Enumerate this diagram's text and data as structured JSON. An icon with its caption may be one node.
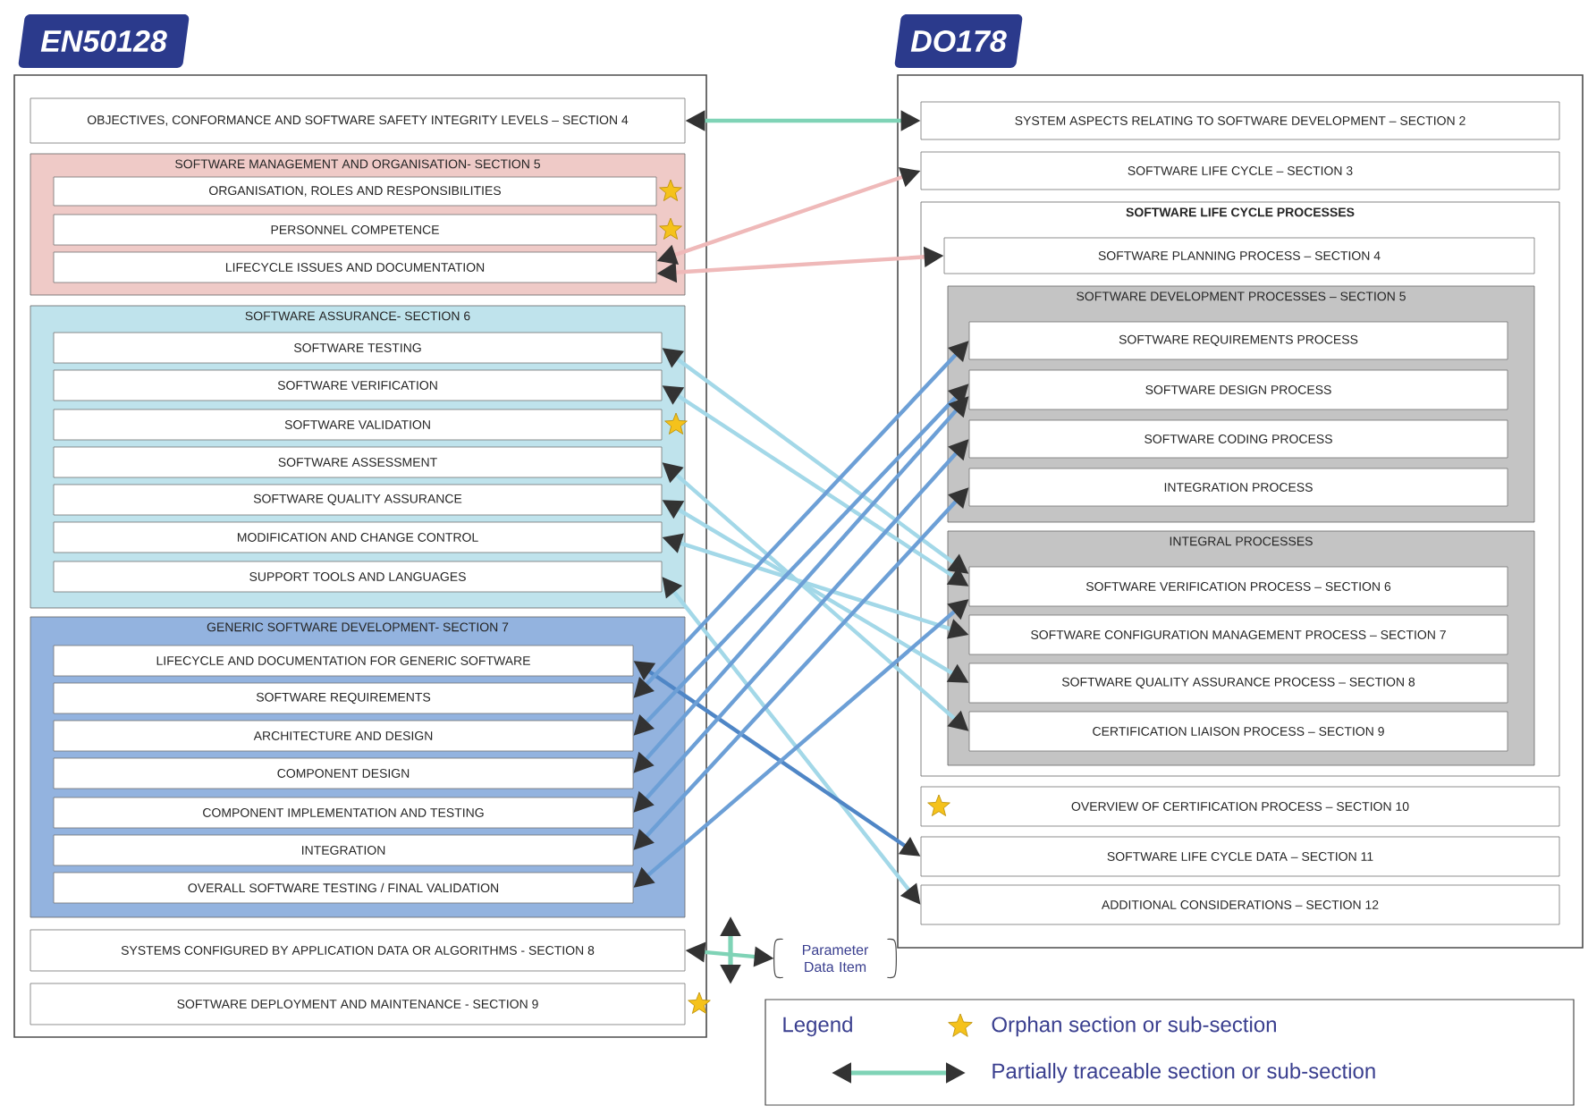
{
  "diagram": {
    "nodes": [
      {
        "text": [
          "EN50128"
        ]
      },
      {
        "text": [
          "OBJECTIVES, CONFORMANCE AND SOFTWARE SAFETY INTEGRITY LEVELS – SECTION 4"
        ],
        "in": 0
      },
      {
        "text": [
          "SOFTWARE MANAGEMENT AND ORGANISATION- SECTION 5"
        ],
        "in": 0
      },
      {
        "text": [
          "ORGANISATION, ROLES AND RESPONSIBILITIES"
        ],
        "in": 2
      },
      {
        "text": [
          "PERSONNEL COMPETENCE"
        ],
        "in": 2
      },
      {
        "text": [
          "LIFECYCLE ISSUES AND DOCUMENTATION"
        ],
        "in": 2
      },
      {
        "text": [
          "SOFTWARE ASSURANCE- SECTION 6"
        ],
        "in": 0
      },
      {
        "text": [
          "SOFTWARE TESTING"
        ],
        "in": 6
      },
      {
        "text": [
          "SOFTWARE VERIFICATION"
        ],
        "in": 6
      },
      {
        "text": [
          "SOFTWARE VALIDATION"
        ],
        "in": 6
      },
      {
        "text": [
          "SOFTWARE ASSESSMENT"
        ],
        "in": 6
      },
      {
        "text": [
          "SOFTWARE QUALITY ASSURANCE"
        ],
        "in": 6
      },
      {
        "text": [
          "MODIFICATION AND CHANGE CONTROL"
        ],
        "in": 6
      },
      {
        "text": [
          "SUPPORT TOOLS AND LANGUAGES"
        ],
        "in": 6
      },
      {
        "text": [
          "GENERIC SOFTWARE DEVELOPMENT- SECTION 7"
        ],
        "in": 0
      },
      {
        "text": [
          "LIFECYCLE AND DOCUMENTATION FOR GENERIC SOFTWARE"
        ],
        "in": 14
      },
      {
        "text": [
          "SOFTWARE REQUIREMENTS"
        ],
        "in": 14
      },
      {
        "text": [
          "ARCHITECTURE AND DESIGN"
        ],
        "in": 14
      },
      {
        "text": [
          "COMPONENT DESIGN"
        ],
        "in": 14
      },
      {
        "text": [
          "COMPONENT IMPLEMENTATION AND TESTING"
        ],
        "in": 14
      },
      {
        "text": [
          "INTEGRATION"
        ],
        "in": 14
      },
      {
        "text": [
          "OVERALL SOFTWARE TESTING / FINAL VALIDATION"
        ],
        "in": 14
      },
      {
        "text": [
          "SYSTEMS CONFIGURED BY APPLICATION DATA OR ALGORITHMS - SECTION 8"
        ],
        "in": 0
      },
      {
        "text": [
          "SOFTWARE DEPLOYMENT AND MAINTENANCE - SECTION 9"
        ],
        "in": 0
      },
      {
        "text": [
          "DO178"
        ]
      },
      {
        "text": [
          "SYSTEM ASPECTS RELATING TO SOFTWARE DEVELOPMENT – SECTION 2"
        ],
        "in": 24
      },
      {
        "text": [
          "SOFTWARE LIFE CYCLE – SECTION 3"
        ],
        "in": 24
      },
      {
        "text": [
          "SOFTWARE LIFE CYCLE PROCESSES"
        ],
        "in": 24
      },
      {
        "text": [
          "SOFTWARE PLANNING PROCESS – SECTION 4"
        ],
        "in": 27
      },
      {
        "text": [
          "SOFTWARE DEVELOPMENT PROCESSES – SECTION 5"
        ],
        "in": 27
      },
      {
        "text": [
          "SOFTWARE REQUIREMENTS PROCESS"
        ],
        "in": 29
      },
      {
        "text": [
          "SOFTWARE DESIGN PROCESS"
        ],
        "in": 29
      },
      {
        "text": [
          "SOFTWARE CODING PROCESS"
        ],
        "in": 29
      },
      {
        "text": [
          "INTEGRATION PROCESS"
        ],
        "in": 29
      },
      {
        "text": [
          "INTEGRAL PROCESSES"
        ],
        "in": 27
      },
      {
        "text": [
          "SOFTWARE VERIFICATION PROCESS – SECTION 6"
        ],
        "in": 34
      },
      {
        "text": [
          "SOFTWARE CONFIGURATION MANAGEMENT PROCESS – SECTION 7"
        ],
        "in": 34
      },
      {
        "text": [
          "SOFTWARE QUALITY ASSURANCE PROCESS – SECTION 8"
        ],
        "in": 34
      },
      {
        "text": [
          "CERTIFICATION LIAISON PROCESS – SECTION 9"
        ],
        "in": 34
      },
      {
        "text": [
          "OVERVIEW OF CERTIFICATION PROCESS – SECTION 10"
        ],
        "in": 24
      },
      {
        "text": [
          "SOFTWARE LIFE CYCLE DATA – SECTION 11"
        ],
        "in": 24
      },
      {
        "text": [
          "ADDITIONAL CONSIDERATIONS – SECTION 12"
        ],
        "in": 24
      },
      {
        "text": [
          "Parameter Data Item"
        ]
      }
    ],
    "edges": [
      {
        "from": 1,
        "to": 25,
        "arrow": "both",
        "color": "#7fd3b6"
      },
      {
        "from": 5,
        "to": 26,
        "arrow": "both",
        "color": "#efb9b9"
      },
      {
        "from": 5,
        "to": 28,
        "arrow": "both",
        "color": "#efb9b9"
      },
      {
        "from": 7,
        "to": 35,
        "arrow": "both"
      },
      {
        "from": 8,
        "to": 35,
        "arrow": "both"
      },
      {
        "from": 10,
        "to": 38,
        "arrow": "both"
      },
      {
        "from": 11,
        "to": 37,
        "arrow": "both"
      },
      {
        "from": 12,
        "to": 36,
        "arrow": "both"
      },
      {
        "from": 13,
        "to": 41,
        "arrow": "both"
      },
      {
        "from": 15,
        "to": 40,
        "arrow": "both",
        "color": "#4f86c6"
      },
      {
        "from": 16,
        "to": 30,
        "arrow": "both",
        "color": "#6c9fd6"
      },
      {
        "from": 17,
        "to": 31,
        "arrow": "both",
        "color": "#6c9fd6"
      },
      {
        "from": 18,
        "to": 31,
        "arrow": "both",
        "color": "#6c9fd6"
      },
      {
        "from": 19,
        "to": 32,
        "arrow": "both",
        "color": "#6c9fd6"
      },
      {
        "from": 20,
        "to": 33,
        "arrow": "both",
        "color": "#6c9fd6"
      },
      {
        "from": 21,
        "to": 35,
        "arrow": "both",
        "color": "#6c9fd6"
      },
      {
        "from": 22,
        "to": 42,
        "arrow": "both",
        "color": "#7fd3b6"
      }
    ],
    "labels": [
      "Legend"
    ],
    "legend": [
      {
        "text": "Orphan section or sub-section"
      },
      {
        "text": "Partially traceable section or sub-section"
      }
    ]
  }
}
